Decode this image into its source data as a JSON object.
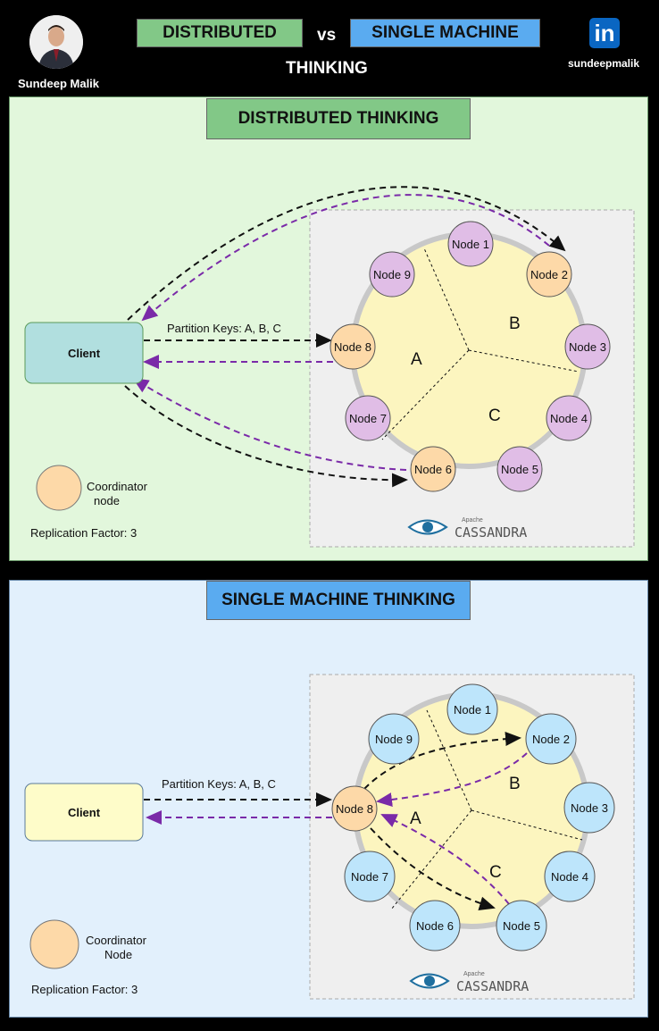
{
  "header": {
    "author_name": "Sundeep Malik",
    "badge_left": "DISTRIBUTED",
    "vs": "vs",
    "badge_right": "SINGLE MACHINE",
    "subtitle": "THINKING",
    "linkedin_handle": "sundeepmalik",
    "linkedin_logo_text": "in"
  },
  "top": {
    "title": "DISTRIBUTED THINKING",
    "client_label": "Client",
    "edge_label": "Partition Keys: A, B, C",
    "legend_label_line1": "Coordinator",
    "legend_label_line2": "node",
    "replication": "Replication Factor: 3",
    "segments": [
      "A",
      "B",
      "C"
    ],
    "nodes": [
      "Node 1",
      "Node 2",
      "Node 3",
      "Node 4",
      "Node 5",
      "Node 6",
      "Node 7",
      "Node 8",
      "Node 9"
    ],
    "logo_small": "Apache",
    "logo_big": "CASSANDRA"
  },
  "bottom": {
    "title": "SINGLE MACHINE THINKING",
    "client_label": "Client",
    "edge_label": "Partition Keys: A, B, C",
    "legend_label_line1": "Coordinator",
    "legend_label_line2": "Node",
    "replication": "Replication Factor: 3",
    "segments": [
      "A",
      "B",
      "C"
    ],
    "nodes": [
      "Node 1",
      "Node 2",
      "Node 3",
      "Node 4",
      "Node 5",
      "Node 6",
      "Node 7",
      "Node 8",
      "Node 9"
    ],
    "logo_small": "Apache",
    "logo_big": "CASSANDRA"
  },
  "colors": {
    "distributed_green": "#82c887",
    "single_blue": "#5aabf0",
    "top_panel_bg": "#e2f7dc",
    "bottom_panel_bg": "#e2f0fc",
    "ring_fill": "#fcf5bf",
    "node_purple": "#e0bde6",
    "node_blue": "#bde5fb",
    "coordinator_orange": "#fdd9a8",
    "client_teal": "#b1dfdf",
    "client_yellow": "#fefcc9",
    "arrow_black": "#111111",
    "arrow_purple": "#7a2aa8"
  }
}
